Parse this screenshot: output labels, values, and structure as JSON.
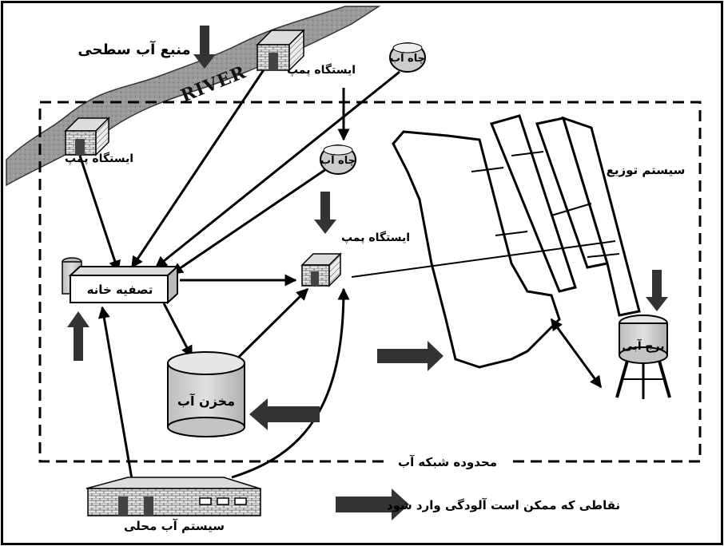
{
  "labels": {
    "surface_source": "منبع آب سطحی",
    "river": "RIVER",
    "pump_station_top": "ایستگاه پمپ",
    "pump_station_left": "ایستگاه پمپ",
    "pump_station_center": "ایستگاه پمپ",
    "well_top": "چاه آب",
    "well_mid": "چاه آب",
    "distribution_system": "سیستم توزیع",
    "treatment_plant": "تصفیه خانه",
    "reservoir": "مخزن آب",
    "water_tower": "برج آبی",
    "network_boundary": "محدوده شبکه آب",
    "local_water_system": "سیستم آب محلی",
    "legend_text": "نقاطی که ممکن است آلودگی وارد شود"
  },
  "colors": {
    "ink": "#000000",
    "river_fill": "#9a9a9a",
    "tank_fill": "#d0d0d0",
    "brick_fill": "#e6e6e6"
  },
  "icons": {
    "contamination_marker": "thick-arrow-icon",
    "pump_station": "pump-house-icon",
    "well": "well-icon",
    "tower": "water-tower-icon"
  }
}
